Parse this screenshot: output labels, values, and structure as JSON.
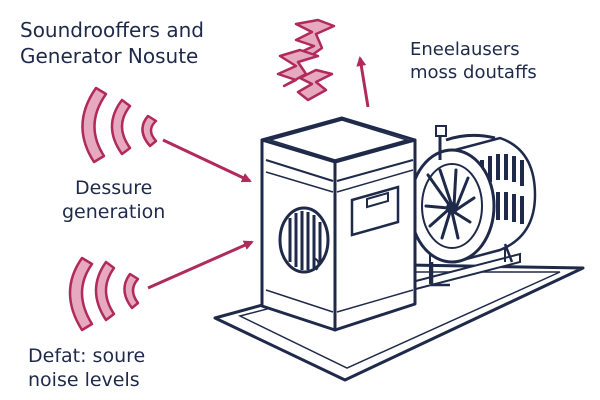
{
  "colors": {
    "ink": "#1f2a4a",
    "accent": "#b02a5c",
    "accent_fill": "#e7a9be",
    "background": "#ffffff"
  },
  "labels": {
    "title_line1": "Soundrooffers and",
    "title_line2": "Generator Nosute",
    "top_right_line1": "Eneelausers",
    "top_right_line2": "moss doutaffs",
    "middle_left_line1": "Dessure",
    "middle_left_line2": "generation",
    "bottom_left_line1": "Defat: soure",
    "bottom_left_line2": "noise levels"
  },
  "icons": [
    "sound-wave-icon",
    "exhaust-zigzag-icon",
    "arrow-icon",
    "fan-vent-icon"
  ]
}
